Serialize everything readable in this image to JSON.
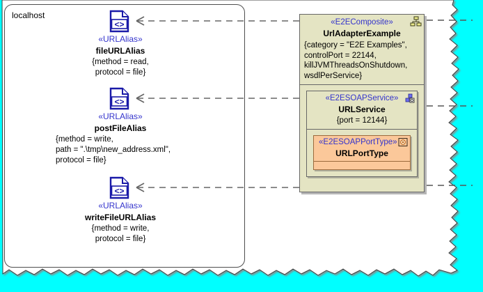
{
  "canvas": {
    "background_color": "#00ffff",
    "paper_color": "#ffffff"
  },
  "node": {
    "label": "localhost"
  },
  "aliases": [
    {
      "icon": "code-document-icon",
      "stereotype": "«URLAlias»",
      "name": "fileURLAlias",
      "properties": "{method = read,\nprotocol = file}",
      "align": "center"
    },
    {
      "icon": "code-document-icon",
      "stereotype": "«URLAlias»",
      "name": "postFileAlias",
      "properties": "{method = write,\npath = \".\\tmp\\new_address.xml\",\nprotocol = file}",
      "align": "left"
    },
    {
      "icon": "code-document-icon",
      "stereotype": "«URLAlias»",
      "name": "writeFileURLAlias",
      "properties": "{method = write,\nprotocol = file}",
      "align": "center"
    }
  ],
  "composite": {
    "stereotype": "«E2EComposite»",
    "name": "UrlAdapterExample",
    "properties": "{category = \"E2E Examples\",\ncontrolPort = 22144,\nkillJVMThreadsOnShutdown,\nwsdlPerService}",
    "icon": "composite-component-icon",
    "background_color": "#e4e4c3",
    "stereotype_color": "#3333cc"
  },
  "service": {
    "stereotype": "«E2ESOAPService»",
    "name": "URLService",
    "properties": "{port = 12144}",
    "icon": "soap-service-icon",
    "background_color": "#e4e4c3"
  },
  "porttype": {
    "stereotype": "«E2ESOAPPortType»",
    "name": "URLPortType",
    "icon": "porttype-icon",
    "background_color": "#fbc89a",
    "border_color": "#9a6b3d"
  },
  "connectors": [
    {
      "name": "dependency-fileURLAlias",
      "style": "dashed-arrow"
    },
    {
      "name": "dependency-postFileAlias",
      "style": "dashed-arrow"
    },
    {
      "name": "dependency-writeFileURLAlias",
      "style": "dashed-arrow"
    },
    {
      "name": "composite-right-1",
      "style": "dashed"
    },
    {
      "name": "composite-right-2",
      "style": "dashed"
    },
    {
      "name": "composite-right-3",
      "style": "dashed"
    }
  ]
}
